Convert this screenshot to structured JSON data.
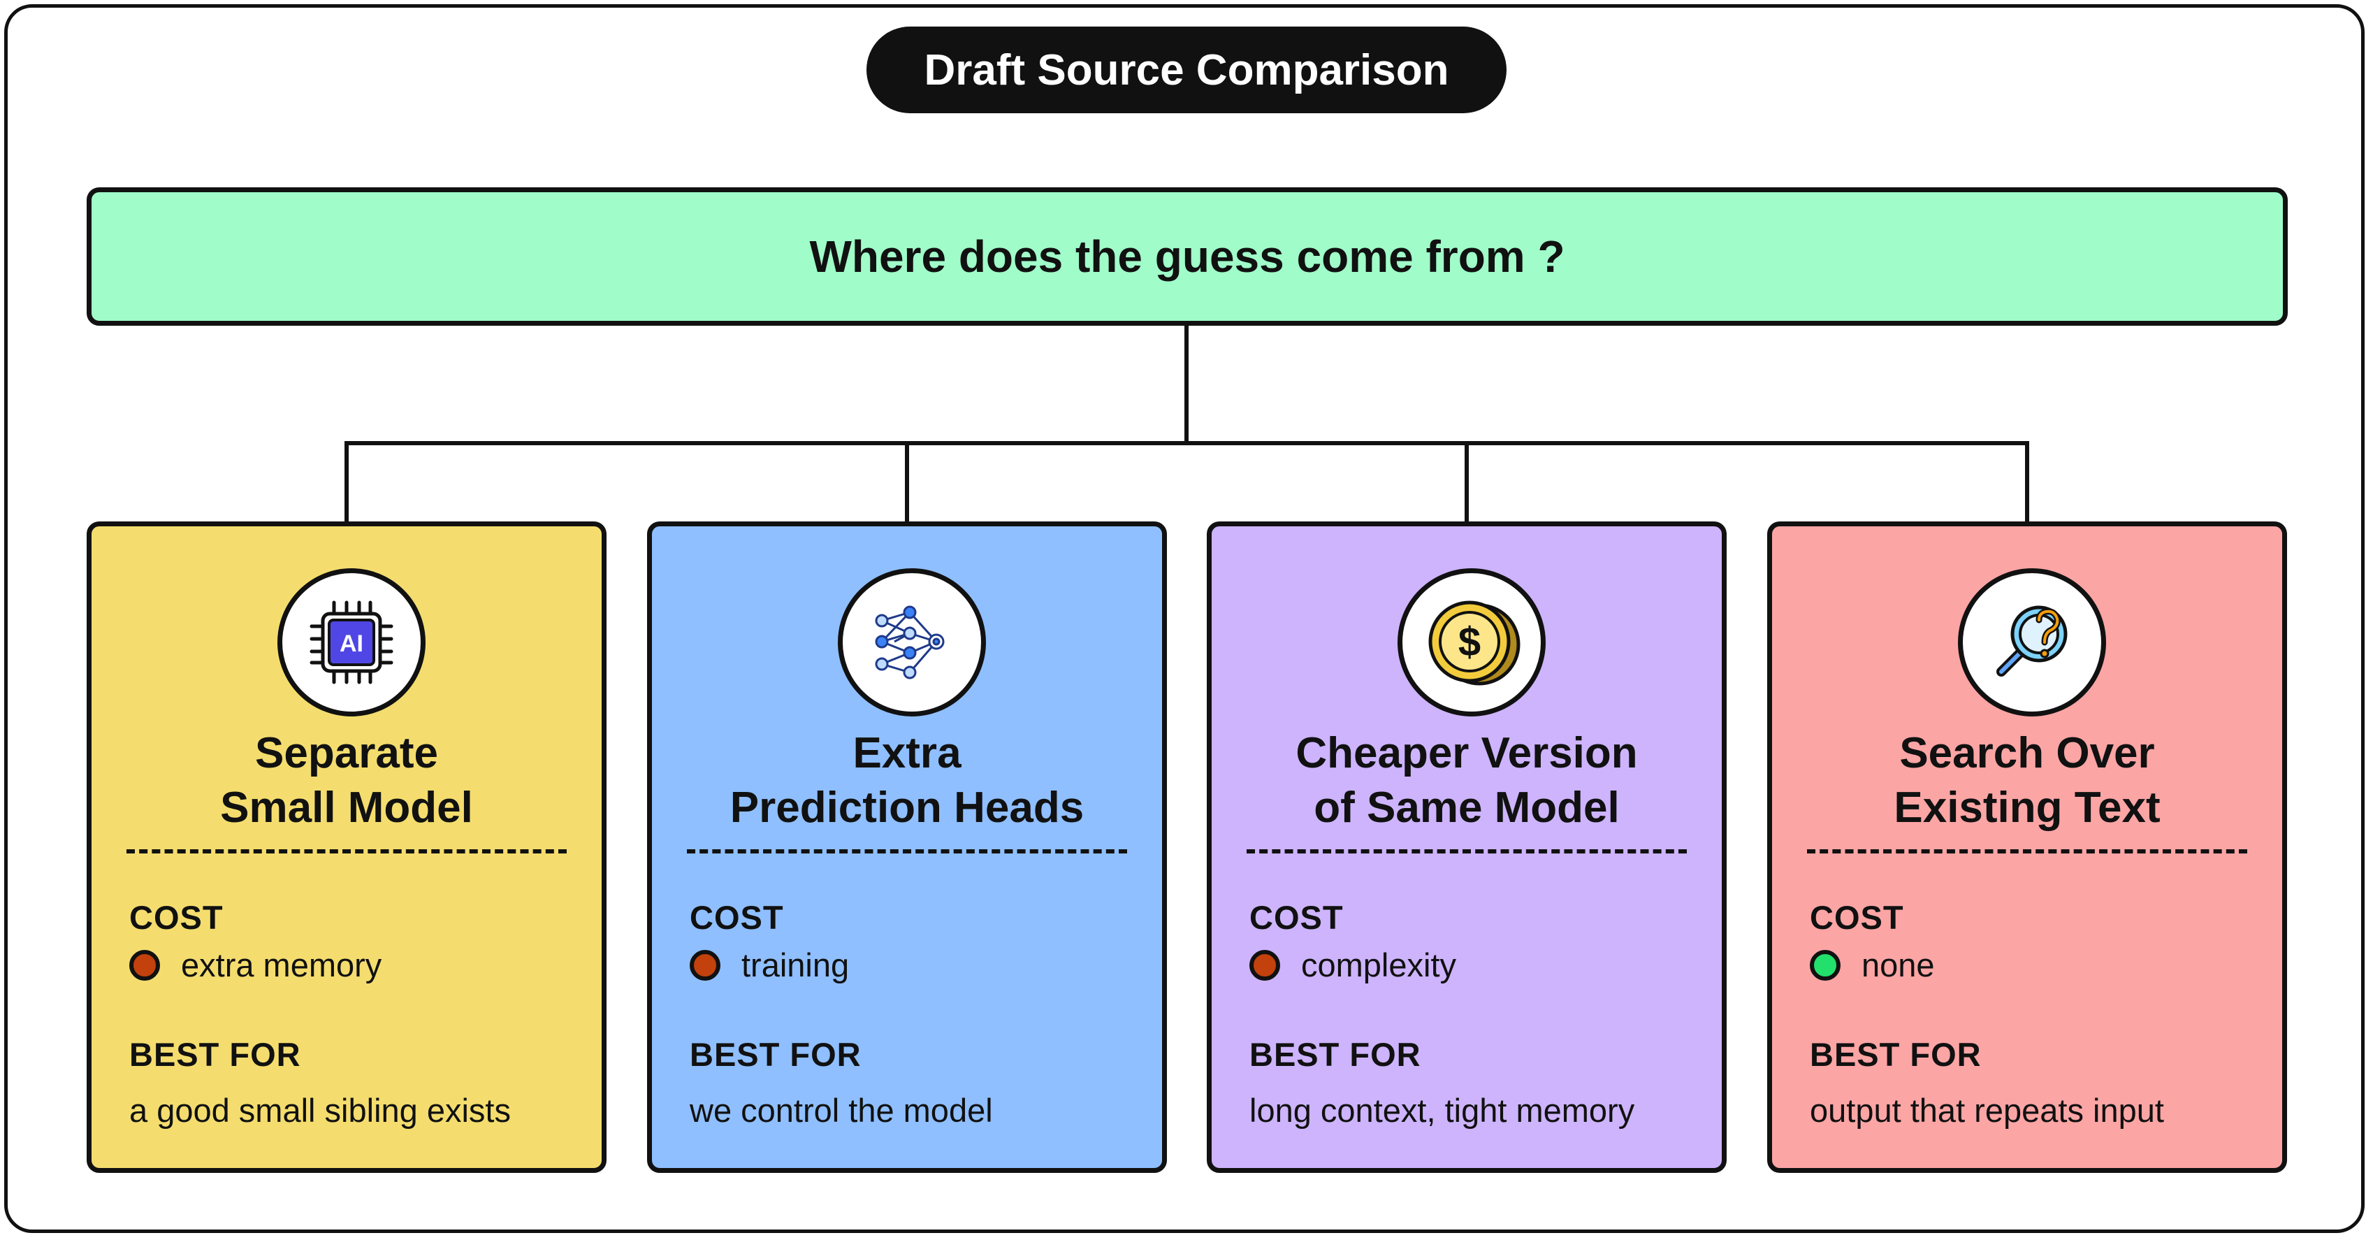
{
  "title": "Draft Source Comparison",
  "question": "Where does the guess come from ?",
  "colors": {
    "question_bg": "#a0fcc9",
    "cost_high": "#c2410c",
    "cost_none": "#22e06b"
  },
  "cards": [
    {
      "icon": "ai-chip-icon",
      "bg": "#f4dd6e",
      "heading_line1": "Separate",
      "heading_line2": "Small Model",
      "cost_label": "COST",
      "cost_value": "extra memory",
      "cost_color": "#c2410c",
      "best_label": "BEST FOR",
      "best_value": "a good small sibling exists"
    },
    {
      "icon": "neural-network-icon",
      "bg": "#8fbfff",
      "heading_line1": "Extra",
      "heading_line2": "Prediction Heads",
      "cost_label": "COST",
      "cost_value": "training",
      "cost_color": "#c2410c",
      "best_label": "BEST FOR",
      "best_value": "we control the model"
    },
    {
      "icon": "dollar-coin-icon",
      "bg": "#cdb4fc",
      "heading_line1": "Cheaper Version",
      "heading_line2": "of Same Model",
      "cost_label": "COST",
      "cost_value": "complexity",
      "cost_color": "#c2410c",
      "best_label": "BEST FOR",
      "best_value": "long context, tight memory"
    },
    {
      "icon": "magnifier-search-icon",
      "bg": "#fca5a5",
      "heading_line1": "Search Over",
      "heading_line2": "Existing Text",
      "cost_label": "COST",
      "cost_value": "none",
      "cost_color": "#22e06b",
      "best_label": "BEST FOR",
      "best_value": "output that repeats input"
    }
  ]
}
